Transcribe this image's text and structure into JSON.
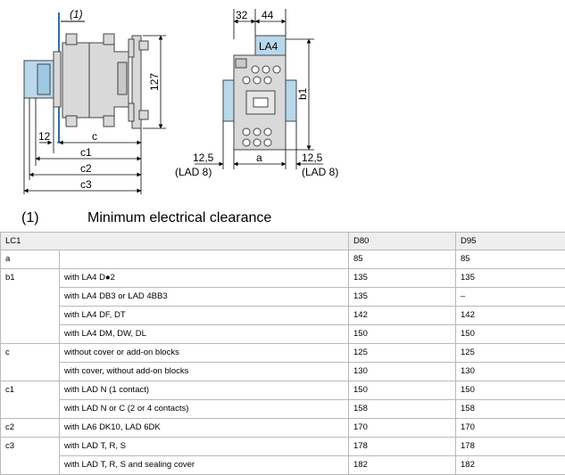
{
  "diagram": {
    "note_marker": "(1)",
    "left_view": {
      "dim_height": "127",
      "dim_small": "12",
      "dim_c": "c",
      "dim_c1": "c1",
      "dim_c2": "c2",
      "dim_c3": "c3"
    },
    "right_view": {
      "dim_top1": "32",
      "dim_top2": "44",
      "block_label": "LA4",
      "dim_b1": "b1",
      "dim_a": "a",
      "left_offset_value": "12,5",
      "left_offset_sub": "(LAD 8)",
      "right_offset_value": "12,5",
      "right_offset_sub": "(LAD 8)"
    }
  },
  "note": {
    "number": "(1)",
    "text": "Minimum electrical clearance"
  },
  "table": {
    "header": [
      "LC1",
      "",
      "D80",
      "D95"
    ],
    "rows": [
      {
        "dim": "a",
        "desc": "",
        "d80": "85",
        "d95": "85"
      },
      {
        "dim": "b1",
        "desc": "with LA4 D●2",
        "d80": "135",
        "d95": "135"
      },
      {
        "dim": "",
        "desc": "with LA4 DB3 or LAD 4BB3",
        "d80": "135",
        "d95": "–"
      },
      {
        "dim": "",
        "desc": "with LA4 DF, DT",
        "d80": "142",
        "d95": "142"
      },
      {
        "dim": "",
        "desc": "with LA4 DM, DW, DL",
        "d80": "150",
        "d95": "150"
      },
      {
        "dim": "c",
        "desc": "without cover or add-on blocks",
        "d80": "125",
        "d95": "125"
      },
      {
        "dim": "",
        "desc": "with cover, without add-on blocks",
        "d80": "130",
        "d95": "130"
      },
      {
        "dim": "c1",
        "desc": "with LAD N (1 contact)",
        "d80": "150",
        "d95": "150"
      },
      {
        "dim": "",
        "desc": "with LAD N or C (2 or 4 contacts)",
        "d80": "158",
        "d95": "158"
      },
      {
        "dim": "c2",
        "desc": "with LA6 DK10, LAD 6DK",
        "d80": "170",
        "d95": "170"
      },
      {
        "dim": "c3",
        "desc": "with LAD T, R, S",
        "d80": "178",
        "d95": "178"
      },
      {
        "dim": "",
        "desc": "with LAD T, R, S and sealing cover",
        "d80": "182",
        "d95": "182"
      }
    ]
  },
  "colors": {
    "accessory_blue": "#b8d8ec",
    "body_grey": "#d9d9d9",
    "line_blue": "#2a6fb0",
    "border": "#b9b9b9",
    "header_bg": "#eeeeee"
  }
}
